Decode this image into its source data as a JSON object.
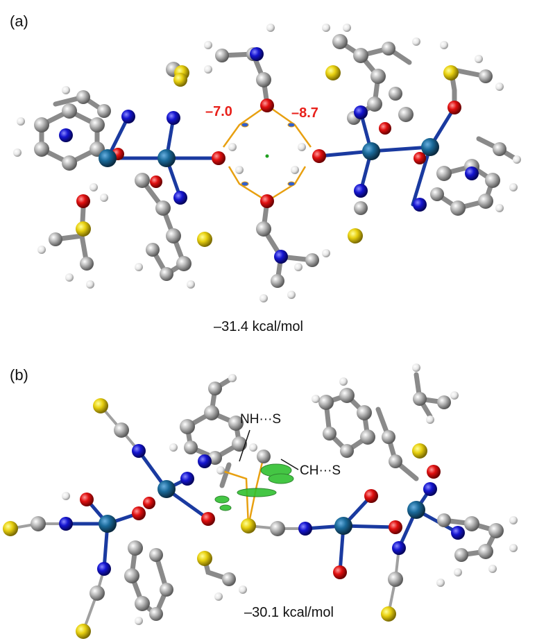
{
  "panel_a": {
    "label": "(a)",
    "energy": "–31.4 kcal/mol",
    "hbond_left": "–7.0",
    "hbond_right": "–8.7"
  },
  "panel_b": {
    "label": "(b)",
    "energy": "–30.1 kcal/mol",
    "annotation_nh": "NH···S",
    "annotation_ch": "CH···S"
  },
  "colors": {
    "carbon": "#a0a0a0",
    "hydrogen": "#e8e8e8",
    "nitrogen": "#1010c8",
    "oxygen": "#e01010",
    "sulfur": "#e8d010",
    "metal": "#1a6a9a",
    "hbond_path": "#e8a010",
    "nci_surface": "#30c030",
    "label_red": "#e8201a"
  }
}
